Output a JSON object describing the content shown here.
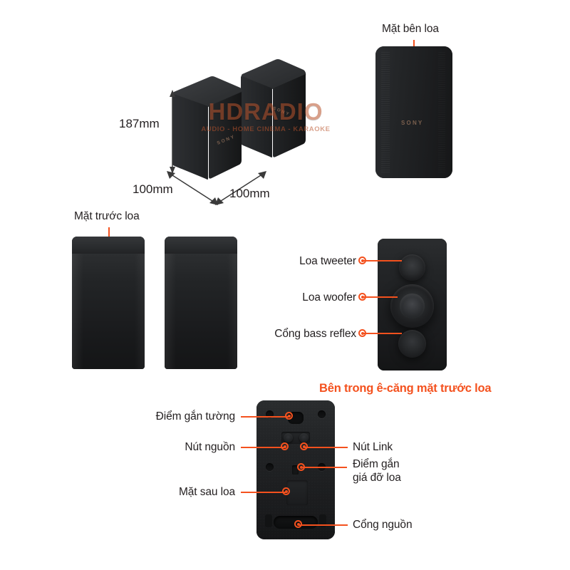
{
  "meta": {
    "language": "vi",
    "background_color": "#ffffff",
    "accent_color": "#F4511E",
    "text_color": "#231f20"
  },
  "watermark": {
    "primary": "HDRADIO",
    "secondary": "AUDIO - HOME CINEMA - KARAOKE"
  },
  "brand": {
    "logo_text": "SONY"
  },
  "dimensions": {
    "height": "187mm",
    "width": "100mm",
    "depth": "100mm"
  },
  "views": {
    "perspective_pair": {
      "name": "perspective-speaker-pair"
    },
    "side": {
      "label": "Mặt bên loa"
    },
    "front_pair": {
      "label": "Mặt trước loa"
    },
    "drivers": {
      "caption": "Bên trong ê-căng mặt trước loa",
      "labels": [
        {
          "text": "Loa tweeter"
        },
        {
          "text": "Loa woofer"
        },
        {
          "text": "Cổng bass reflex"
        }
      ]
    },
    "rear": {
      "labels_left": [
        {
          "text": "Điểm gắn tường"
        },
        {
          "text": "Nút nguồn"
        },
        {
          "text": "Mặt sau loa"
        }
      ],
      "labels_right": [
        {
          "text": "Nút Link"
        },
        {
          "text": "Điểm gắn"
        },
        {
          "text": "giá đỡ loa"
        },
        {
          "text": "Cổng nguồn"
        }
      ]
    }
  }
}
